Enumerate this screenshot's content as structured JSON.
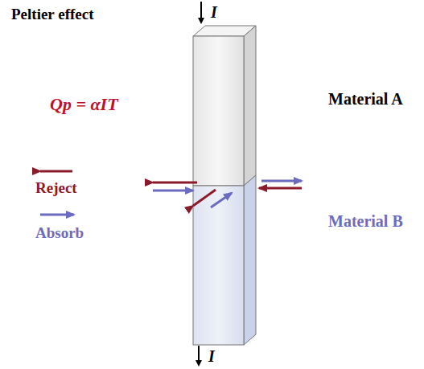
{
  "diagram": {
    "title": "Peltier effect",
    "labels": [
      "I",
      "Qp = αIT",
      "Material A",
      "Material B",
      "I"
    ],
    "legend": [
      {
        "text": "Reject"
      },
      {
        "text": "Absorb"
      }
    ]
  }
}
